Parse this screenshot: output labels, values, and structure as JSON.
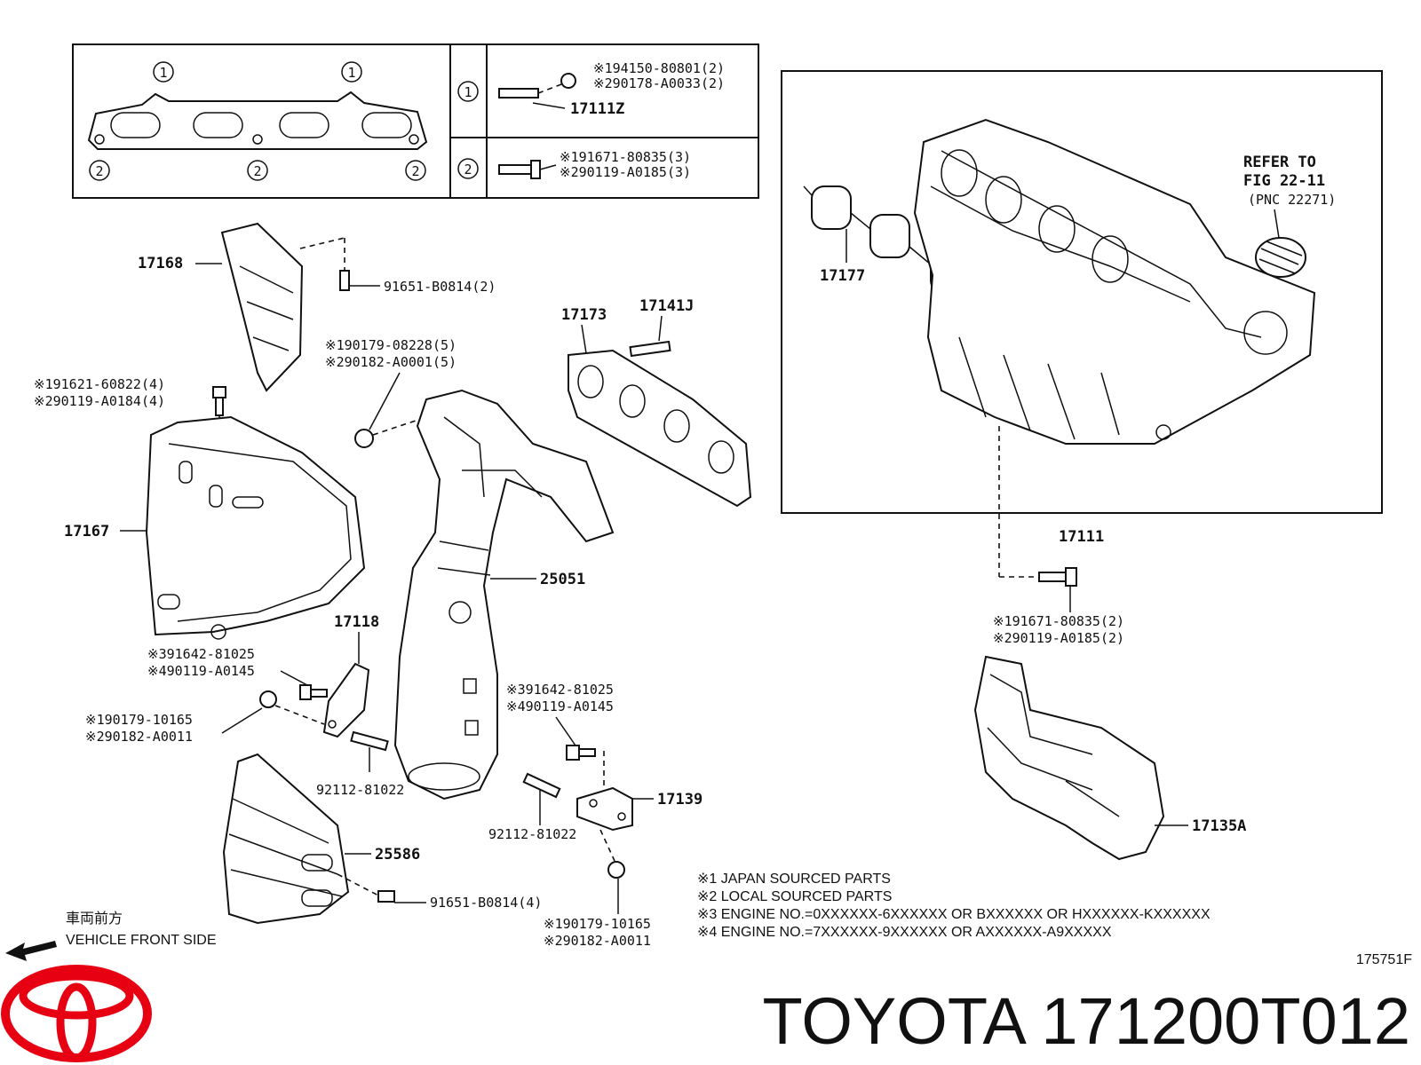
{
  "diagram": {
    "inset": {
      "callout1": "1",
      "callout2": "2",
      "row1_label1": "※194150-80801(2)",
      "row1_label2": "※290178-A0033(2)",
      "row1_part": "17111Z",
      "row2_label1": "※191671-80835(3)",
      "row2_label2": "※290119-A0185(3)"
    },
    "intake_box": {
      "refer_line1": "REFER TO",
      "refer_line2": "FIG 22-11",
      "refer_line3": "(PNC 22271)",
      "gasket_part": "17177",
      "manifold_part": "17111",
      "bolt_label1": "※191671-80835(2)",
      "bolt_label2": "※290119-A0185(2)"
    },
    "labels": {
      "p17168": "17168",
      "p91651_top": "91651-B0814(2)",
      "p91621": "※191621-60822(4)",
      "p90119_a0184": "※290119-A0184(4)",
      "p90179_08228": "※190179-08228(5)",
      "p90182_a0001": "※290182-A0001(5)",
      "p17173": "17173",
      "p17141j": "17141J",
      "p17167": "17167",
      "p25051": "25051",
      "p17118": "17118",
      "p91642_left": "※391642-81025",
      "p90119_a0145_left": "※490119-A0145",
      "p90179_10165_left": "※190179-10165",
      "p90182_a0011_left": "※290182-A0011",
      "p92112_left": "92112-81022",
      "p91642_right": "※391642-81025",
      "p90119_a0145_right": "※490119-A0145",
      "p17139": "17139",
      "p92112_right": "92112-81022",
      "p25586": "25586",
      "p91651_bottom": "91651-B0814(4)",
      "p90179_10165_right": "※190179-10165",
      "p90182_a0011_right": "※290182-A0011",
      "p17135a": "17135A"
    },
    "notes": [
      "※1 JAPAN SOURCED PARTS",
      "※2 LOCAL SOURCED PARTS",
      "※3 ENGINE NO.=0XXXXXX-6XXXXXX OR BXXXXXX OR HXXXXXX-KXXXXXX",
      "※4 ENGINE NO.=7XXXXXX-9XXXXXX OR AXXXXXX-A9XXXXX"
    ],
    "direction_jp": "車両前方",
    "direction_en": "VEHICLE FRONT SIDE",
    "figure_no": "175751F"
  },
  "footer": {
    "brand": "TOYOTA",
    "part_number": "171200T012"
  },
  "colors": {
    "logo_red": "#e60012",
    "ink": "#111111"
  },
  "icons": [
    "toyota-logo-icon",
    "arrow-left-icon"
  ]
}
